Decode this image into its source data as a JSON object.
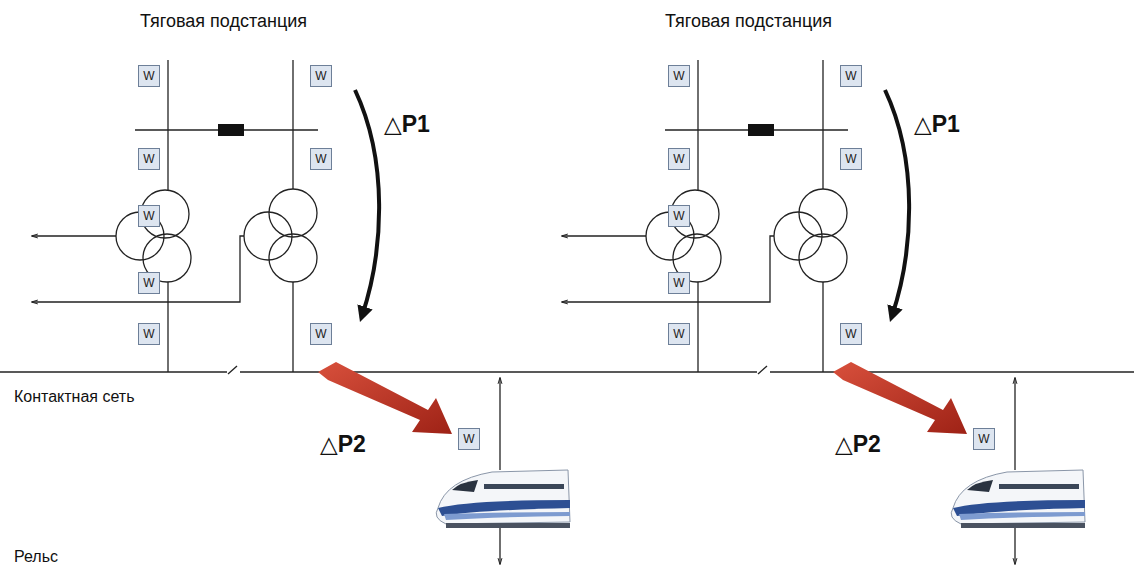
{
  "diagram": {
    "nodes": [
      {
        "text": [
          "W"
        ]
      },
      {
        "text": [
          "W"
        ]
      },
      {
        "text": [
          "W"
        ]
      },
      {
        "text": [
          "W"
        ]
      },
      {
        "text": [
          "W"
        ]
      },
      {
        "text": [
          "W"
        ]
      },
      {
        "text": [
          "W"
        ]
      },
      {
        "text": [
          "W"
        ]
      },
      {
        "text": [
          "W"
        ]
      },
      {
        "text": [
          "W"
        ]
      },
      {
        "text": [
          "W"
        ]
      },
      {
        "text": [
          "W"
        ]
      },
      {
        "text": [
          "W"
        ]
      },
      {
        "text": [
          "W"
        ]
      },
      {
        "text": [
          "W"
        ]
      },
      {
        "text": [
          "W"
        ]
      },
      {
        "text": [
          "W"
        ]
      },
      {
        "text": [
          "W"
        ]
      }
    ],
    "labels": [
      "Тяговая подстанция",
      "Тяговая подстанция",
      "△P1",
      "△P1",
      "Контактная сеть",
      "△P2",
      "△P2",
      "Рельс"
    ]
  }
}
